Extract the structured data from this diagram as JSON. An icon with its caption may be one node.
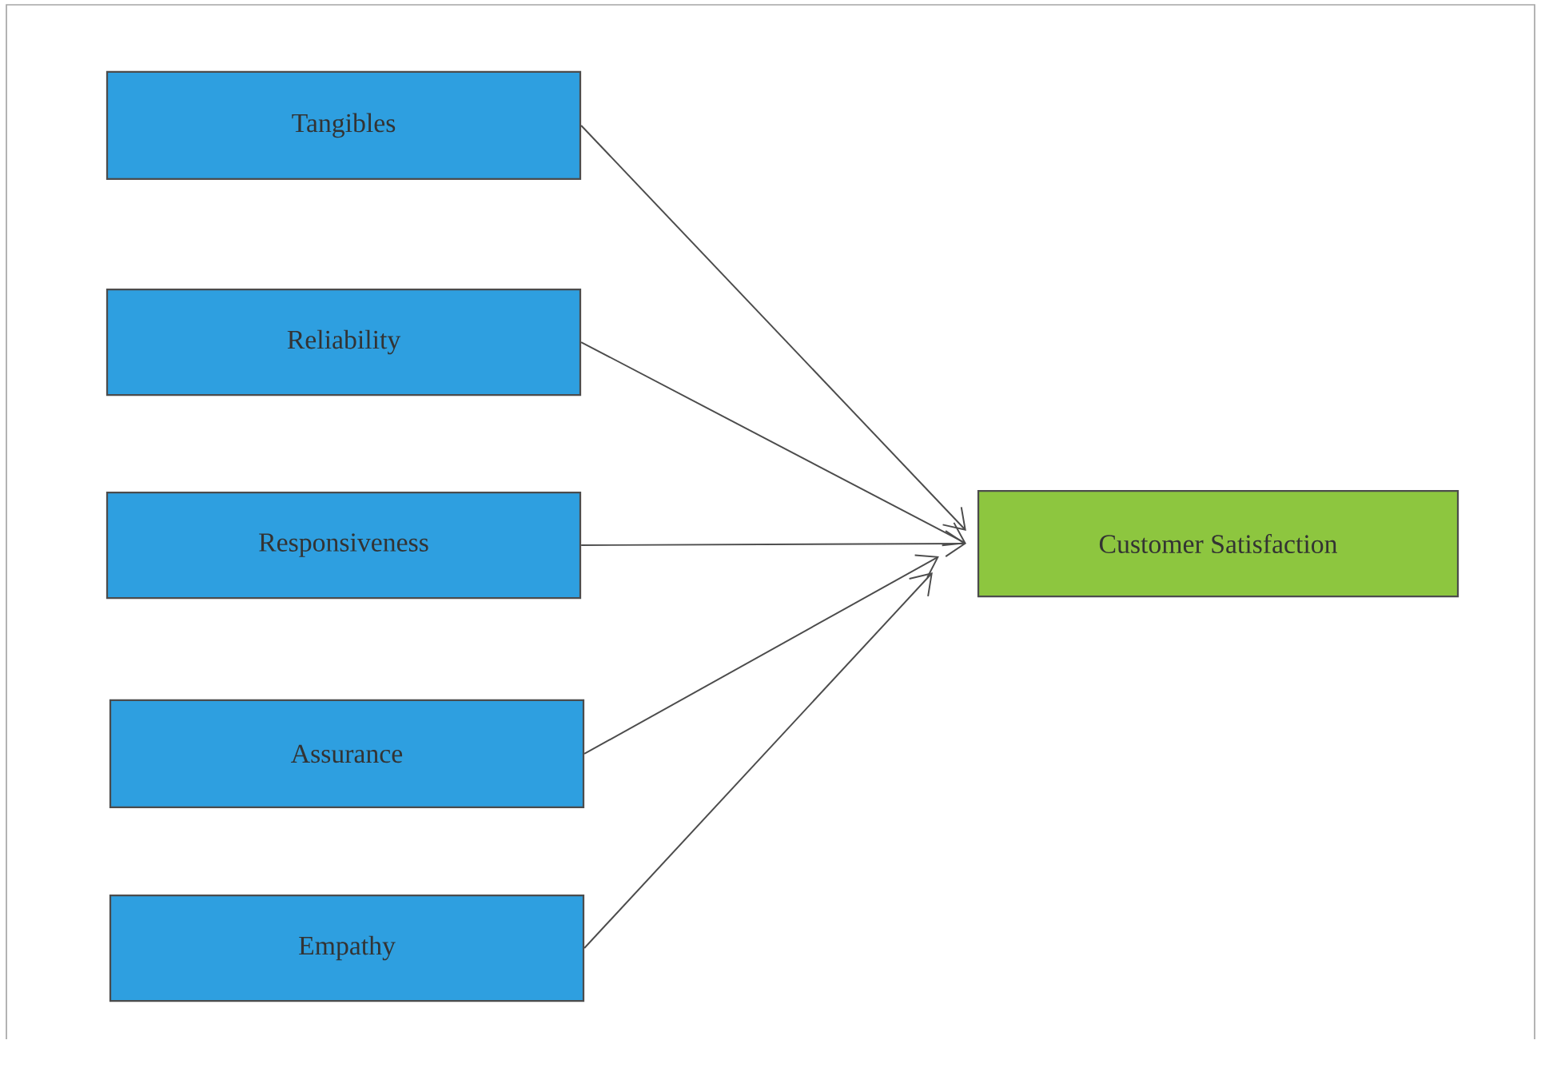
{
  "diagram": {
    "nodes": [
      {
        "text": [
          "Tangibles"
        ]
      },
      {
        "text": [
          "Reliability"
        ]
      },
      {
        "text": [
          "Responsiveness"
        ]
      },
      {
        "text": [
          "Assurance"
        ]
      },
      {
        "text": [
          "Empathy"
        ]
      },
      {
        "text": [
          "Customer Satisfaction"
        ]
      }
    ],
    "edges": [
      {
        "from": 0,
        "to": 5,
        "arrow": "to"
      },
      {
        "from": 1,
        "to": 5,
        "arrow": "to"
      },
      {
        "from": 2,
        "to": 5,
        "arrow": "to"
      },
      {
        "from": 3,
        "to": 5,
        "arrow": "to"
      },
      {
        "from": 4,
        "to": 5,
        "arrow": "to"
      }
    ]
  }
}
